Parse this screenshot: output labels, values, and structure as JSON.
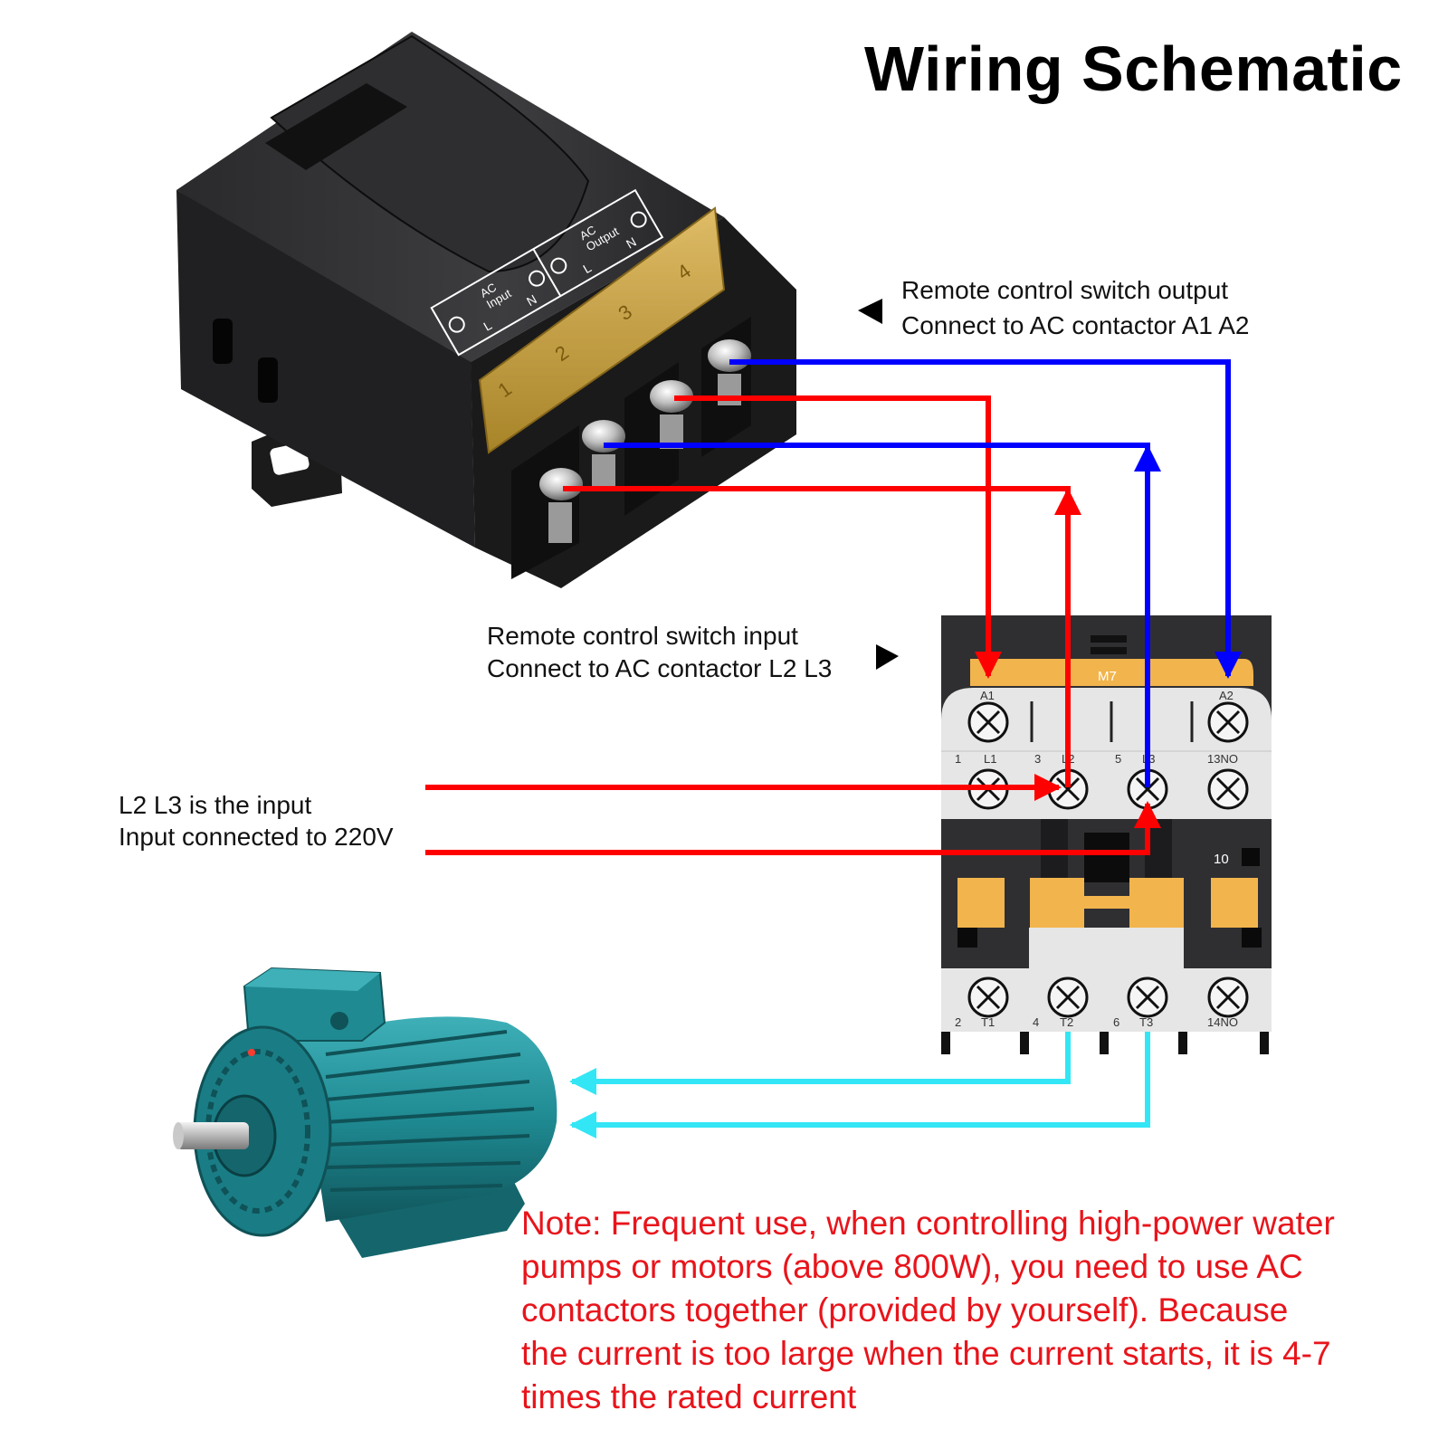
{
  "title": "Wiring Schematic",
  "labels": {
    "output_line1": "Remote control switch output",
    "output_line2": "Connect to AC contactor A1 A2",
    "input_line1": "Remote control switch input",
    "input_line2": "Connect to AC contactor L2 L3",
    "supply_line1": "L2 L3 is the input",
    "supply_line2": "Input connected to 220V"
  },
  "note_lines": [
    "Note: Frequent use, when controlling high-power water",
    "pumps or motors (above 800W), you need to use AC",
    "contactors together (provided by yourself). Because",
    "the current is too large when the current starts, it is 4-7",
    "times the rated current"
  ],
  "switch_module": {
    "ac_input_label": "AC\nInput",
    "ac_output_label": "AC\nOutput",
    "pin_l": "L",
    "pin_n": "N",
    "terminal_marks": [
      "1",
      "2",
      "3",
      "4"
    ]
  },
  "contactor": {
    "model": "M7",
    "coil_left": "A1",
    "coil_right": "A2",
    "top_labels": [
      {
        "num": "1",
        "name": "L1"
      },
      {
        "num": "3",
        "name": "L2"
      },
      {
        "num": "5",
        "name": "L3"
      },
      {
        "num": "",
        "name": "13NO"
      }
    ],
    "bottom_labels": [
      {
        "num": "2",
        "name": "T1"
      },
      {
        "num": "4",
        "name": "T2"
      },
      {
        "num": "6",
        "name": "T3"
      },
      {
        "num": "",
        "name": "14NO"
      }
    ],
    "aux_number": "10"
  },
  "colors": {
    "live_wire": "#ff0000",
    "output_wire": "#0000ff",
    "motor_wire": "#33e6f5",
    "note_text": "#e8141b",
    "contactor_orange": "#f2b44c",
    "contactor_dark": "#2f2f32",
    "contactor_light": "#e6e6e6",
    "motor_teal": "#1f8a92"
  }
}
